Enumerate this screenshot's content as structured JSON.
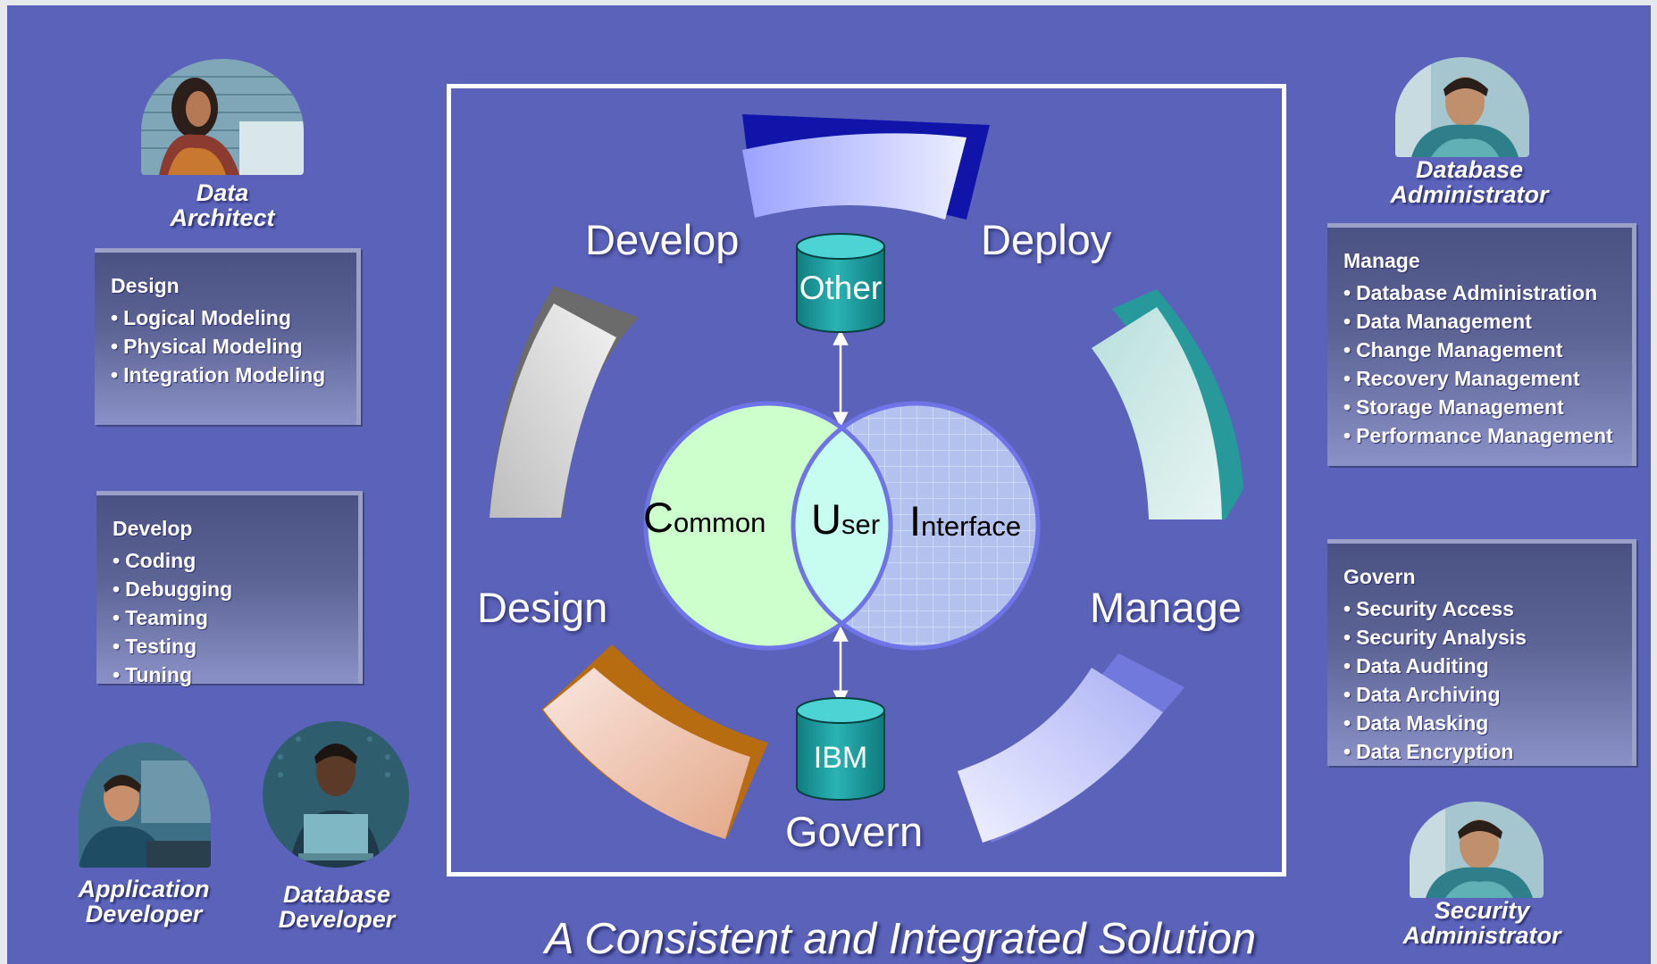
{
  "roles": {
    "data_architect": [
      "Data",
      "Architect"
    ],
    "database_administrator": [
      "Database",
      "Administrator"
    ],
    "application_developer": [
      "Application",
      "Developer"
    ],
    "database_developer": [
      "Database",
      "Developer"
    ],
    "security_administrator": [
      "Security",
      "Administrator"
    ]
  },
  "panels": {
    "design": {
      "title": "Design",
      "items": [
        "Logical Modeling",
        "Physical Modeling",
        "Integration Modeling"
      ]
    },
    "develop": {
      "title": "Develop",
      "items": [
        "Coding",
        "Debugging",
        "Teaming",
        "Testing",
        "Tuning"
      ]
    },
    "manage": {
      "title": "Manage",
      "items": [
        "Database Administration",
        "Data Management",
        "Change Management",
        "Recovery Management",
        "Storage Management",
        "Performance Management"
      ]
    },
    "govern": {
      "title": "Govern",
      "items": [
        "Security Access",
        "Security Analysis",
        "Data Auditing",
        "Data Archiving",
        "Data Masking",
        "Data Encryption"
      ]
    }
  },
  "cycle": {
    "develop": "Develop",
    "deploy": "Deploy",
    "design": "Design",
    "manage": "Manage",
    "govern": "Govern"
  },
  "databases": {
    "top": "Other",
    "bottom": "IBM"
  },
  "venn": {
    "common_initial": "C",
    "common_rest": "ommon",
    "user_initial": "U",
    "user_rest": "ser",
    "interface_initial": "I",
    "interface_rest": "nterface"
  },
  "tagline": "A Consistent and Integrated Solution",
  "colors": {
    "background": "#5a62b9",
    "venn_left": "#ccffcc",
    "venn_right": "#b0bfef",
    "database": "#1fa5a5"
  }
}
